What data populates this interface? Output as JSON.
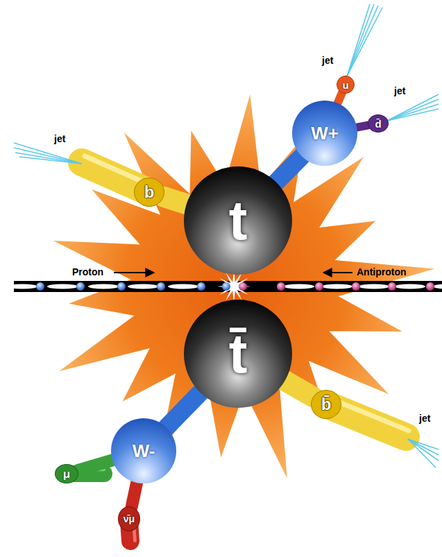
{
  "diagram": {
    "nodes": [
      {
        "text": [
          "u"
        ]
      },
      {
        "text": [
          "W+"
        ]
      },
      {
        "text": [
          "d̄"
        ]
      },
      {
        "text": [
          "b"
        ]
      },
      {
        "text": [
          "t"
        ]
      },
      {
        "text": [
          "t̄"
        ]
      },
      {
        "text": [
          "b̄"
        ]
      },
      {
        "text": [
          "W-"
        ]
      },
      {
        "text": [
          "μ"
        ]
      },
      {
        "text": [
          "ν̄μ"
        ]
      }
    ],
    "edges": [
      {
        "from": 4,
        "to": 1,
        "arrow": "none"
      },
      {
        "from": 4,
        "to": 3,
        "arrow": "none"
      },
      {
        "from": 1,
        "to": 0,
        "arrow": "none"
      },
      {
        "from": 1,
        "to": 2,
        "arrow": "none"
      },
      {
        "from": 5,
        "to": 7,
        "arrow": "none"
      },
      {
        "from": 5,
        "to": 6,
        "arrow": "none"
      },
      {
        "from": 7,
        "to": 8,
        "arrow": "none"
      },
      {
        "from": 7,
        "to": 9,
        "arrow": "none"
      }
    ],
    "labels": [
      "jet",
      "jet",
      "jet",
      "Proton",
      "Antiproton",
      "jet"
    ]
  }
}
